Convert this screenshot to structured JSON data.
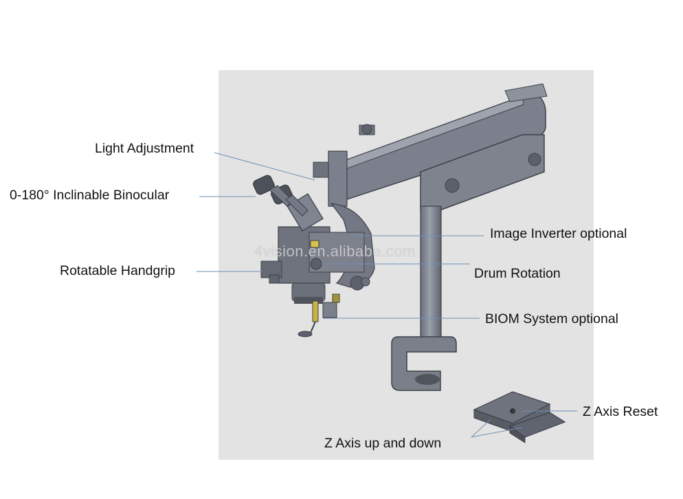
{
  "labels": {
    "light_adjustment": "Light Adjustment",
    "binocular": "0-180°  Inclinable Binocular",
    "handgrip": "Rotatable Handgrip",
    "image_inverter": "Image Inverter optional",
    "drum_rotation": "Drum Rotation",
    "biom": "BIOM System optional",
    "z_reset": "Z Axis Reset",
    "z_updown": "Z Axis up and down"
  },
  "watermark": "4vision.en.alibaba.com"
}
